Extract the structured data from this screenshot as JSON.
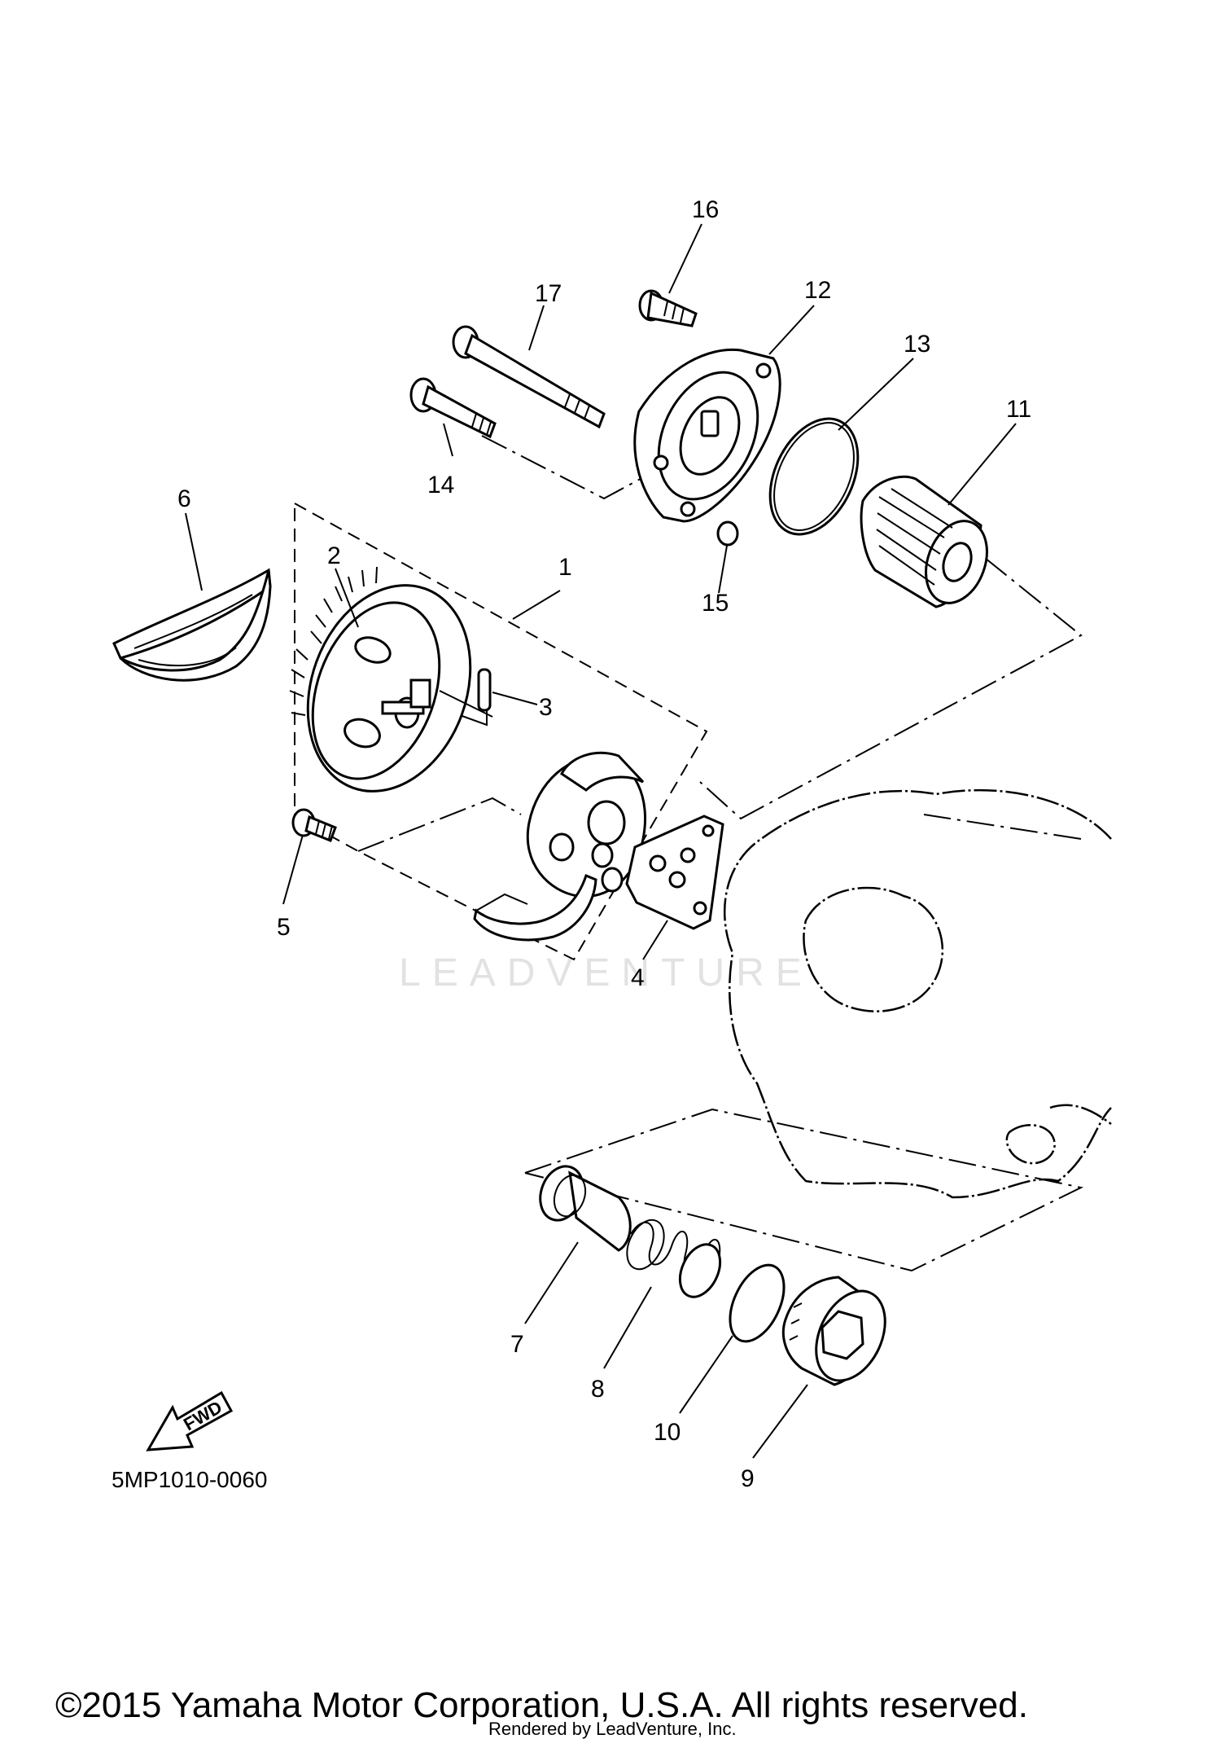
{
  "callouts": {
    "c1": "1",
    "c2": "2",
    "c3": "3",
    "c4": "4",
    "c5": "5",
    "c6": "6",
    "c7": "7",
    "c8": "8",
    "c9": "9",
    "c10": "10",
    "c11": "11",
    "c12": "12",
    "c13": "13",
    "c14": "14",
    "c15": "15",
    "c16": "16",
    "c17": "17"
  },
  "fwd_label": "FWD",
  "diagram_code": "5MP1010-0060",
  "watermark": "LEADVENTURE",
  "copyright": "©2015 Yamaha Motor Corporation, U.S.A. All rights reserved.",
  "rendered_by": "Rendered by LeadVenture, Inc."
}
